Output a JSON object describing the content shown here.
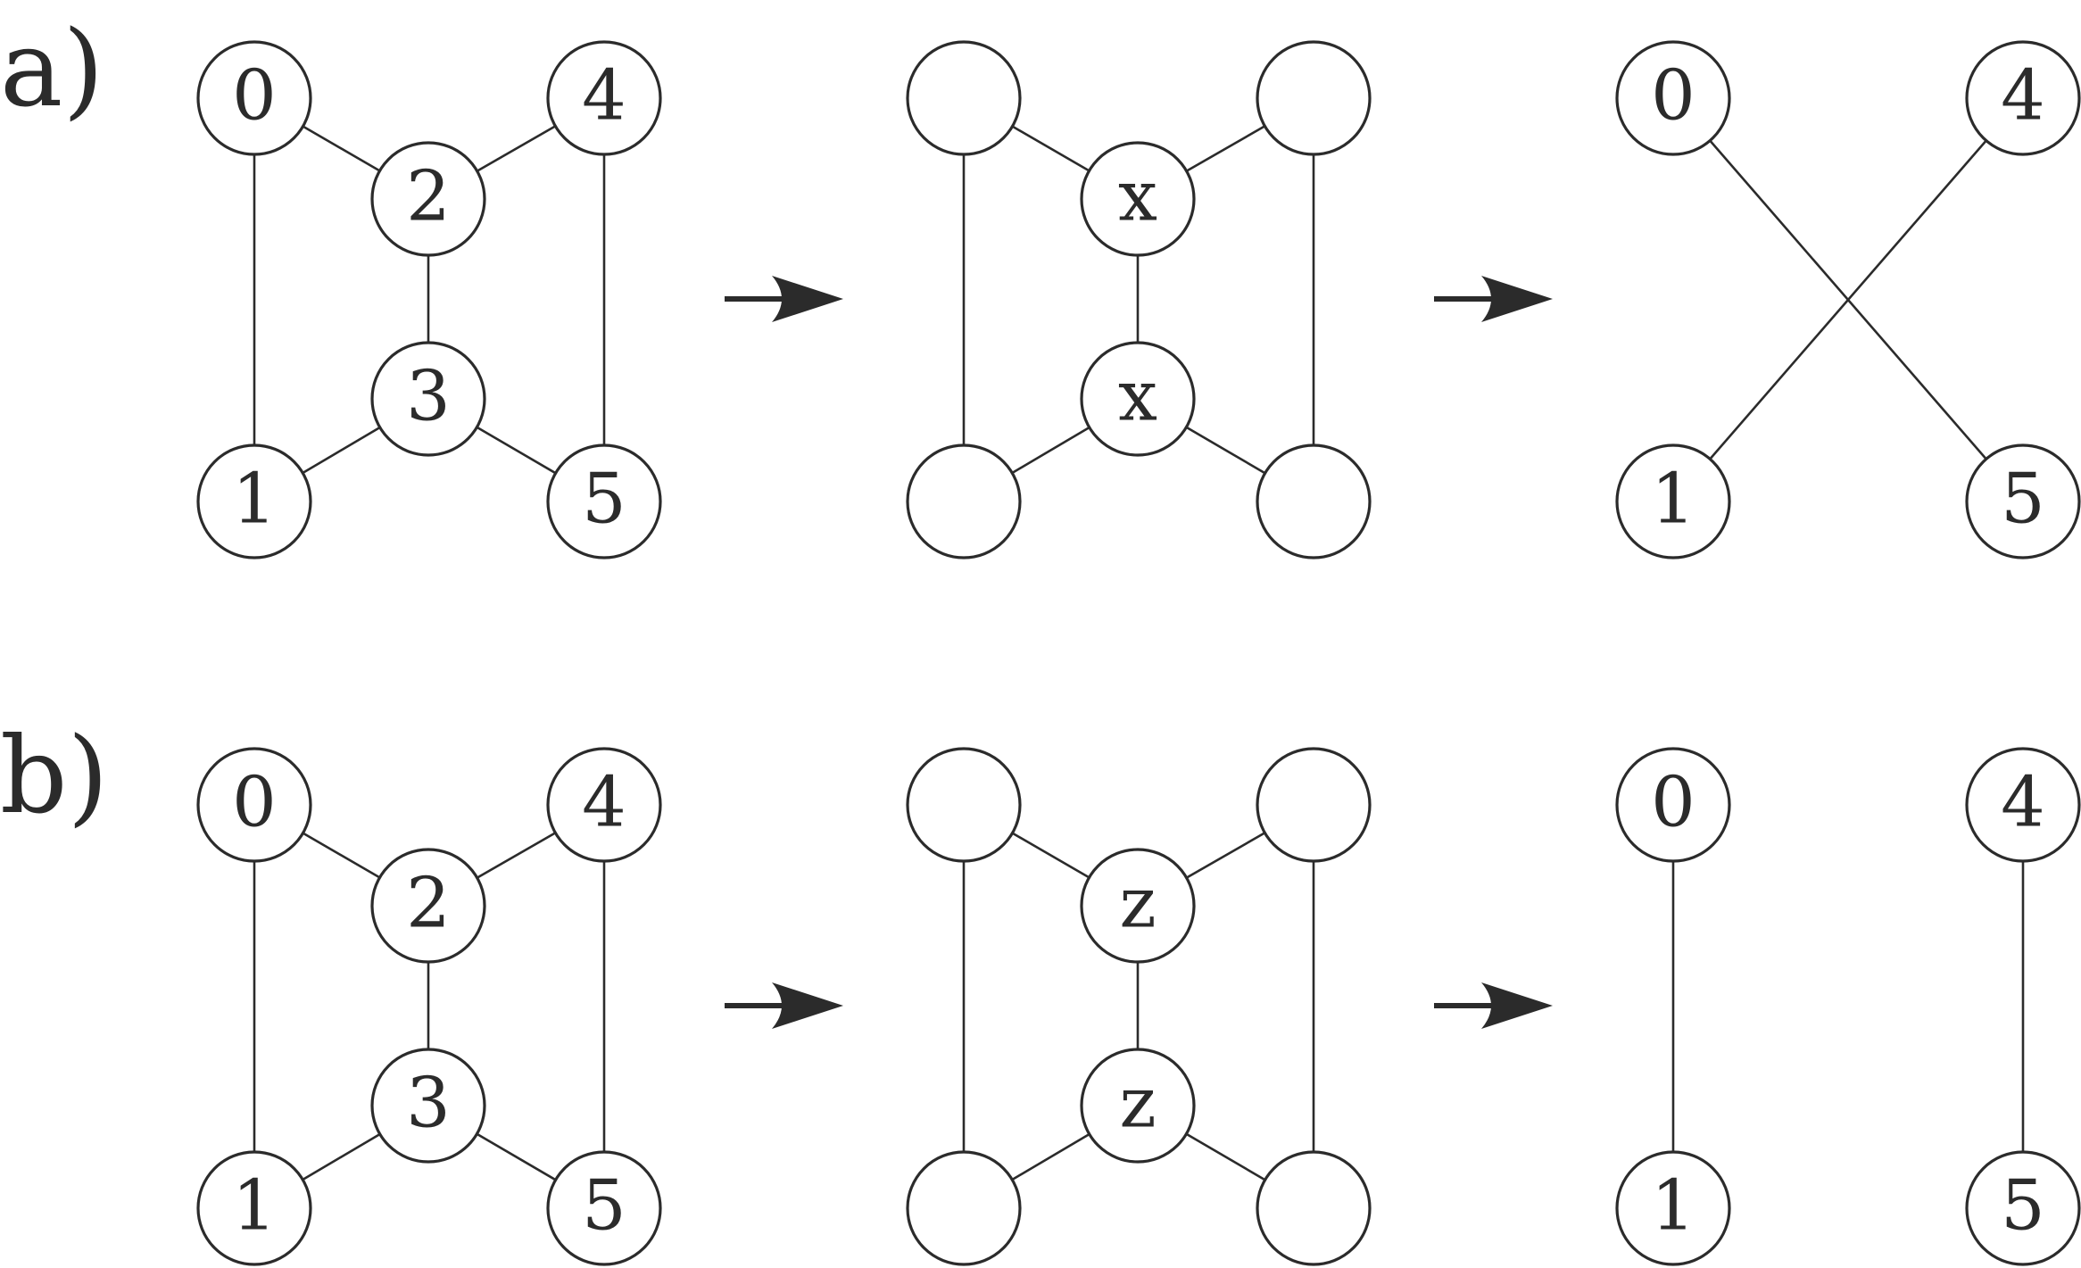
{
  "panels": [
    {
      "label": "a)",
      "stages": [
        {
          "nodes": [
            {
              "id": "0",
              "text": "0"
            },
            {
              "id": "1",
              "text": "1"
            },
            {
              "id": "2",
              "text": "2"
            },
            {
              "id": "3",
              "text": "3"
            },
            {
              "id": "4",
              "text": "4"
            },
            {
              "id": "5",
              "text": "5"
            }
          ],
          "edges": [
            [
              "0",
              "2"
            ],
            [
              "0",
              "1"
            ],
            [
              "1",
              "3"
            ],
            [
              "2",
              "3"
            ],
            [
              "2",
              "4"
            ],
            [
              "4",
              "5"
            ],
            [
              "3",
              "5"
            ]
          ]
        },
        {
          "nodes": [
            {
              "id": "0",
              "text": ""
            },
            {
              "id": "1",
              "text": ""
            },
            {
              "id": "2",
              "text": "x"
            },
            {
              "id": "3",
              "text": "x"
            },
            {
              "id": "4",
              "text": ""
            },
            {
              "id": "5",
              "text": ""
            }
          ],
          "edges": [
            [
              "0",
              "2"
            ],
            [
              "0",
              "1"
            ],
            [
              "1",
              "3"
            ],
            [
              "2",
              "3"
            ],
            [
              "2",
              "4"
            ],
            [
              "4",
              "5"
            ],
            [
              "3",
              "5"
            ]
          ]
        },
        {
          "nodes": [
            {
              "id": "0",
              "text": "0"
            },
            {
              "id": "1",
              "text": "1"
            },
            {
              "id": "4",
              "text": "4"
            },
            {
              "id": "5",
              "text": "5"
            }
          ],
          "edges": [
            [
              "0",
              "5"
            ],
            [
              "1",
              "4"
            ]
          ]
        }
      ]
    },
    {
      "label": "b)",
      "stages": [
        {
          "nodes": [
            {
              "id": "0",
              "text": "0"
            },
            {
              "id": "1",
              "text": "1"
            },
            {
              "id": "2",
              "text": "2"
            },
            {
              "id": "3",
              "text": "3"
            },
            {
              "id": "4",
              "text": "4"
            },
            {
              "id": "5",
              "text": "5"
            }
          ],
          "edges": [
            [
              "0",
              "2"
            ],
            [
              "0",
              "1"
            ],
            [
              "1",
              "3"
            ],
            [
              "2",
              "3"
            ],
            [
              "2",
              "4"
            ],
            [
              "4",
              "5"
            ],
            [
              "3",
              "5"
            ]
          ]
        },
        {
          "nodes": [
            {
              "id": "0",
              "text": ""
            },
            {
              "id": "1",
              "text": ""
            },
            {
              "id": "2",
              "text": "z"
            },
            {
              "id": "3",
              "text": "z"
            },
            {
              "id": "4",
              "text": ""
            },
            {
              "id": "5",
              "text": ""
            }
          ],
          "edges": [
            [
              "0",
              "2"
            ],
            [
              "0",
              "1"
            ],
            [
              "1",
              "3"
            ],
            [
              "2",
              "3"
            ],
            [
              "2",
              "4"
            ],
            [
              "4",
              "5"
            ],
            [
              "3",
              "5"
            ]
          ]
        },
        {
          "nodes": [
            {
              "id": "0",
              "text": "0"
            },
            {
              "id": "1",
              "text": "1"
            },
            {
              "id": "4",
              "text": "4"
            },
            {
              "id": "5",
              "text": "5"
            }
          ],
          "edges": [
            [
              "0",
              "1"
            ],
            [
              "4",
              "5"
            ]
          ]
        }
      ]
    }
  ],
  "colors": {
    "stroke": "#2b2b2b",
    "fill": "#ffffff"
  }
}
